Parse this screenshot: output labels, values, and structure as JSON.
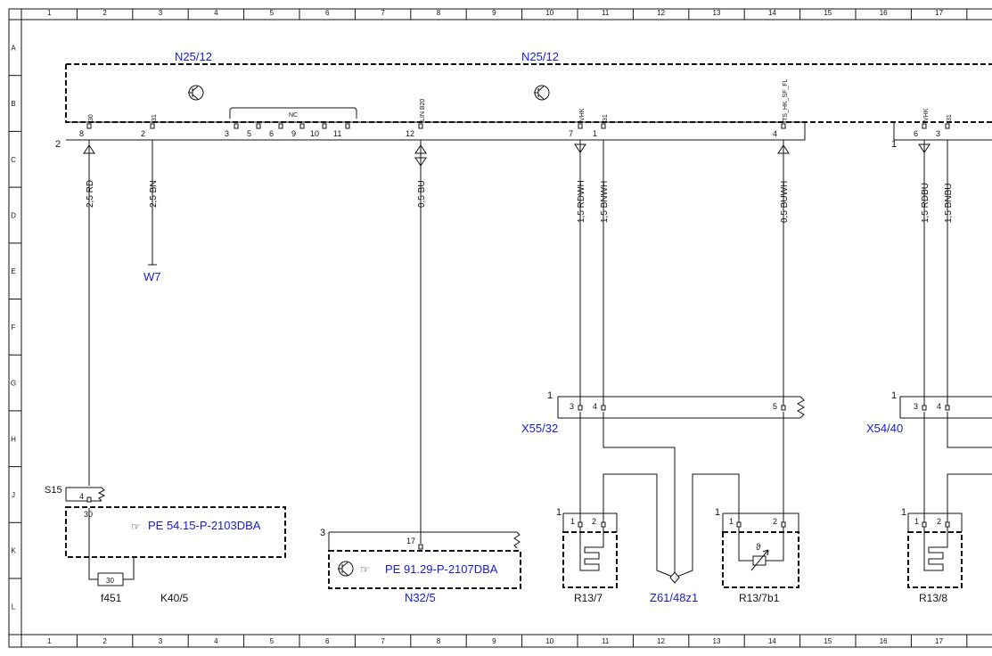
{
  "grid": {
    "columns": [
      "1",
      "2",
      "3",
      "4",
      "5",
      "6",
      "7",
      "8",
      "9",
      "10",
      "11",
      "12",
      "13",
      "14",
      "15",
      "16",
      "17"
    ],
    "rows": [
      "A",
      "B",
      "C",
      "D",
      "E",
      "F",
      "G",
      "H",
      "J",
      "K",
      "L"
    ]
  },
  "components": {
    "n25_12_left": "N25/12",
    "n25_12_right": "N25/12",
    "w7": "W7",
    "x55_32": "X55/32",
    "x54_40": "X54/40",
    "s15": "S15",
    "k40_5": "K40/5",
    "f451": "f451",
    "n32_5": "N32/5",
    "r13_7": "R13/7",
    "z61_48z1": "Z61/48z1",
    "r13_7b1": "R13/7b1",
    "r13_8": "R13/8"
  },
  "references": {
    "pe_54": "PE 54.15-P-2103DBA",
    "pe_91": "PE 91.29-P-2107DBA"
  },
  "connector_labels": {
    "main_left": "2",
    "main_right": "1",
    "x55_num": "1",
    "x54_num": "1",
    "n32_num": "3",
    "r13_7_num": "1",
    "r13_7b1_num": "1",
    "r13_8_num": "1"
  },
  "pins": {
    "p8": "8",
    "p2": "2",
    "p3": "3",
    "p5": "5",
    "p6": "6",
    "p9": "9",
    "p10": "10",
    "p11": "11",
    "p12": "12",
    "p7": "7",
    "p1": "1",
    "p4": "4",
    "p6r": "6",
    "p3r": "3",
    "x55_3": "3",
    "x55_4": "4",
    "x55_5": "5",
    "x54_3": "3",
    "x54_4": "4",
    "s15_4": "4",
    "k40_30a": "30",
    "f451_30": "30",
    "n32_17": "17",
    "r7_1": "1",
    "r7_2": "2",
    "rb_1": "1",
    "rb_2": "2",
    "r8_1": "1",
    "r8_2": "2"
  },
  "signals": {
    "s30": "30",
    "s31a": "31",
    "nc": "NC",
    "lin": "LIN B20",
    "vhk": "VHK",
    "s31b": "31",
    "ts": "TS_HK_SF_FL",
    "vhk2": "VHK",
    "s31c": "31"
  },
  "wires": {
    "w1": "2,5 RD",
    "w2": "2,5 BN",
    "w3": "0,5 BU",
    "w4": "1,5 RDWH",
    "w5": "1,5 BNWH",
    "w6": "0,5 BUWH",
    "w7": "1,5 RDBU",
    "w8": "1,5 BNBU"
  },
  "symbols": {
    "theta": "ϑ"
  },
  "colors": {
    "line": "#111111",
    "component_label": "#1a1ad6"
  }
}
